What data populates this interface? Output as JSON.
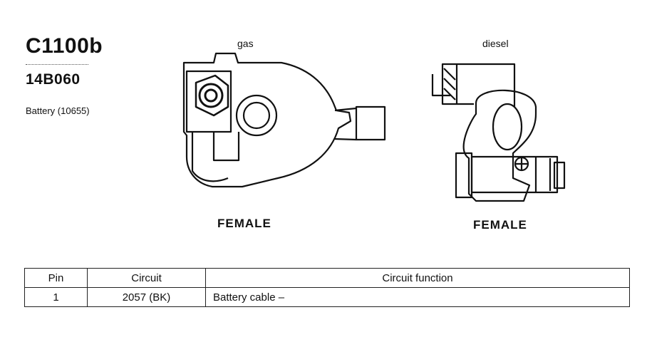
{
  "connector": {
    "code": "C1100b",
    "part_number": "14B060",
    "description": "Battery (10655)"
  },
  "variants": [
    {
      "label": "gas",
      "gender": "FEMALE"
    },
    {
      "label": "diesel",
      "gender": "FEMALE"
    }
  ],
  "pin_table": {
    "headers": [
      "Pin",
      "Circuit",
      "Circuit function"
    ],
    "rows": [
      {
        "pin": "1",
        "circuit": "2057 (BK)",
        "function": "Battery cable –"
      }
    ]
  }
}
